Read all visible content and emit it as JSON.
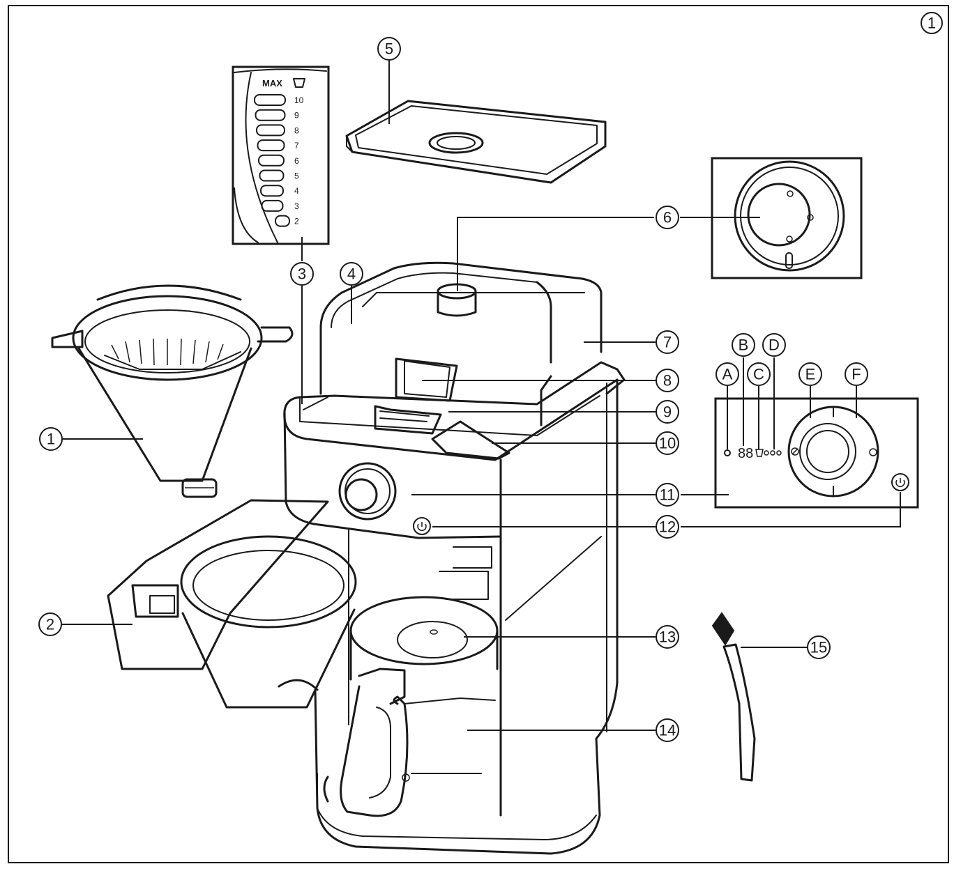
{
  "figure_number": "1",
  "callouts": [
    {
      "id": "1",
      "label": "1"
    },
    {
      "id": "2",
      "label": "2"
    },
    {
      "id": "3",
      "label": "3"
    },
    {
      "id": "4",
      "label": "4"
    },
    {
      "id": "5",
      "label": "5"
    },
    {
      "id": "6",
      "label": "6"
    },
    {
      "id": "7",
      "label": "7"
    },
    {
      "id": "8",
      "label": "8"
    },
    {
      "id": "9",
      "label": "9"
    },
    {
      "id": "10",
      "label": "10"
    },
    {
      "id": "11",
      "label": "11"
    },
    {
      "id": "12",
      "label": "12"
    },
    {
      "id": "13",
      "label": "13"
    },
    {
      "id": "14",
      "label": "14"
    },
    {
      "id": "15",
      "label": "15"
    }
  ],
  "panel_callouts": [
    {
      "id": "A",
      "label": "A"
    },
    {
      "id": "B",
      "label": "B"
    },
    {
      "id": "C",
      "label": "C"
    },
    {
      "id": "D",
      "label": "D"
    },
    {
      "id": "E",
      "label": "E"
    },
    {
      "id": "F",
      "label": "F"
    }
  ],
  "water_scale": {
    "max_label": "MAX",
    "levels": [
      "10",
      "9",
      "8",
      "7",
      "6",
      "5",
      "4",
      "3",
      "2"
    ]
  },
  "display_digits": "88",
  "icons": {
    "cup": "cup-icon",
    "power": "power-icon",
    "strength": "strength-icon",
    "filter": "filter-icon"
  }
}
